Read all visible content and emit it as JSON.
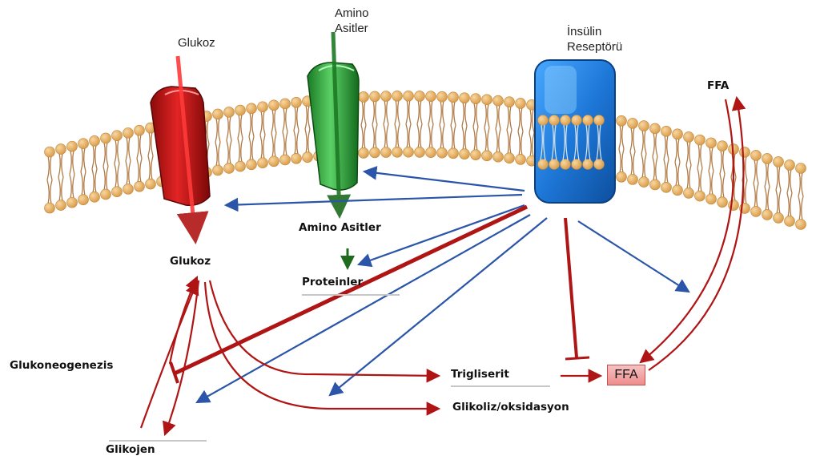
{
  "labels": {
    "glukoz_top": "Glukoz",
    "amino_top_1": "Amino",
    "amino_top_2": "Asitler",
    "insulin_1": "İnsülin",
    "insulin_2": "Reseptörü",
    "ffa_top": "FFA",
    "glukoz": "Glukoz",
    "amino_asitler": "Amino Asitler",
    "proteinler": "Proteinler",
    "glukoneogenezis": "Glukoneogenezis",
    "trigliserit": "Trigliserit",
    "ffa_box": "FFA",
    "glikoliz": "Glikoliz/oksidasyon",
    "glikojen": "Glikojen"
  },
  "colors": {
    "background": "#ffffff",
    "lipid_head": "#e8b56a",
    "lipid_tail": "#b07a45",
    "glucose_channel": "#d81e1e",
    "amino_channel": "#2fae3c",
    "receptor": "#1e78d8",
    "inhibit_arrow": "#b01515",
    "activate_arrow": "#2a55a8",
    "amino_flow": "#1e6b1e"
  }
}
